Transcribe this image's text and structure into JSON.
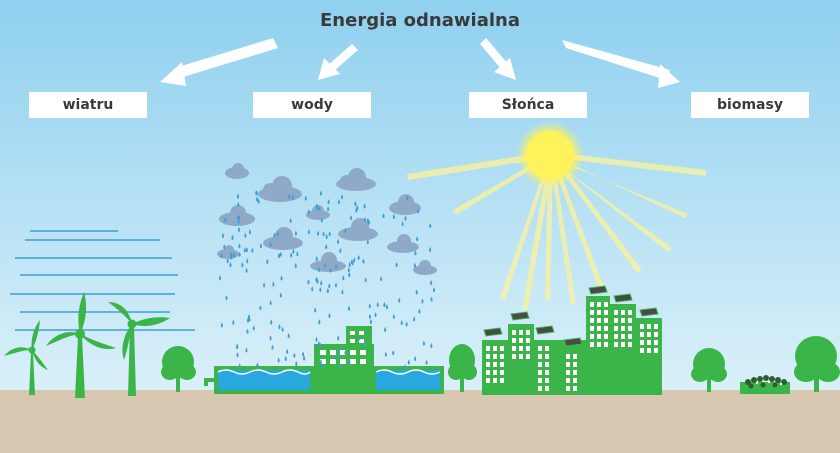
{
  "title": "Energia odnawialna",
  "sources": [
    {
      "label": "wiatru"
    },
    {
      "label": "wody"
    },
    {
      "label": "Słońca"
    },
    {
      "label": "biomasy"
    }
  ],
  "colors": {
    "sky_top": "#8fd0ef",
    "sky_bottom": "#e6f5fb",
    "ground": "#d8c7b1",
    "green": "#3bb54a",
    "water": "#29a8df",
    "sun": "#fff25a",
    "cloud": "#8fa9c8",
    "rain": "#3e9ed6",
    "text": "#3a3a3a"
  },
  "icons": [
    "arrow-icon",
    "wind-turbine-icon",
    "tree-icon",
    "cloud-icon",
    "raindrop-icon",
    "sun-icon",
    "solar-panel-icon",
    "building-icon",
    "biomass-pile-icon",
    "water-icon",
    "wind-line-icon"
  ]
}
